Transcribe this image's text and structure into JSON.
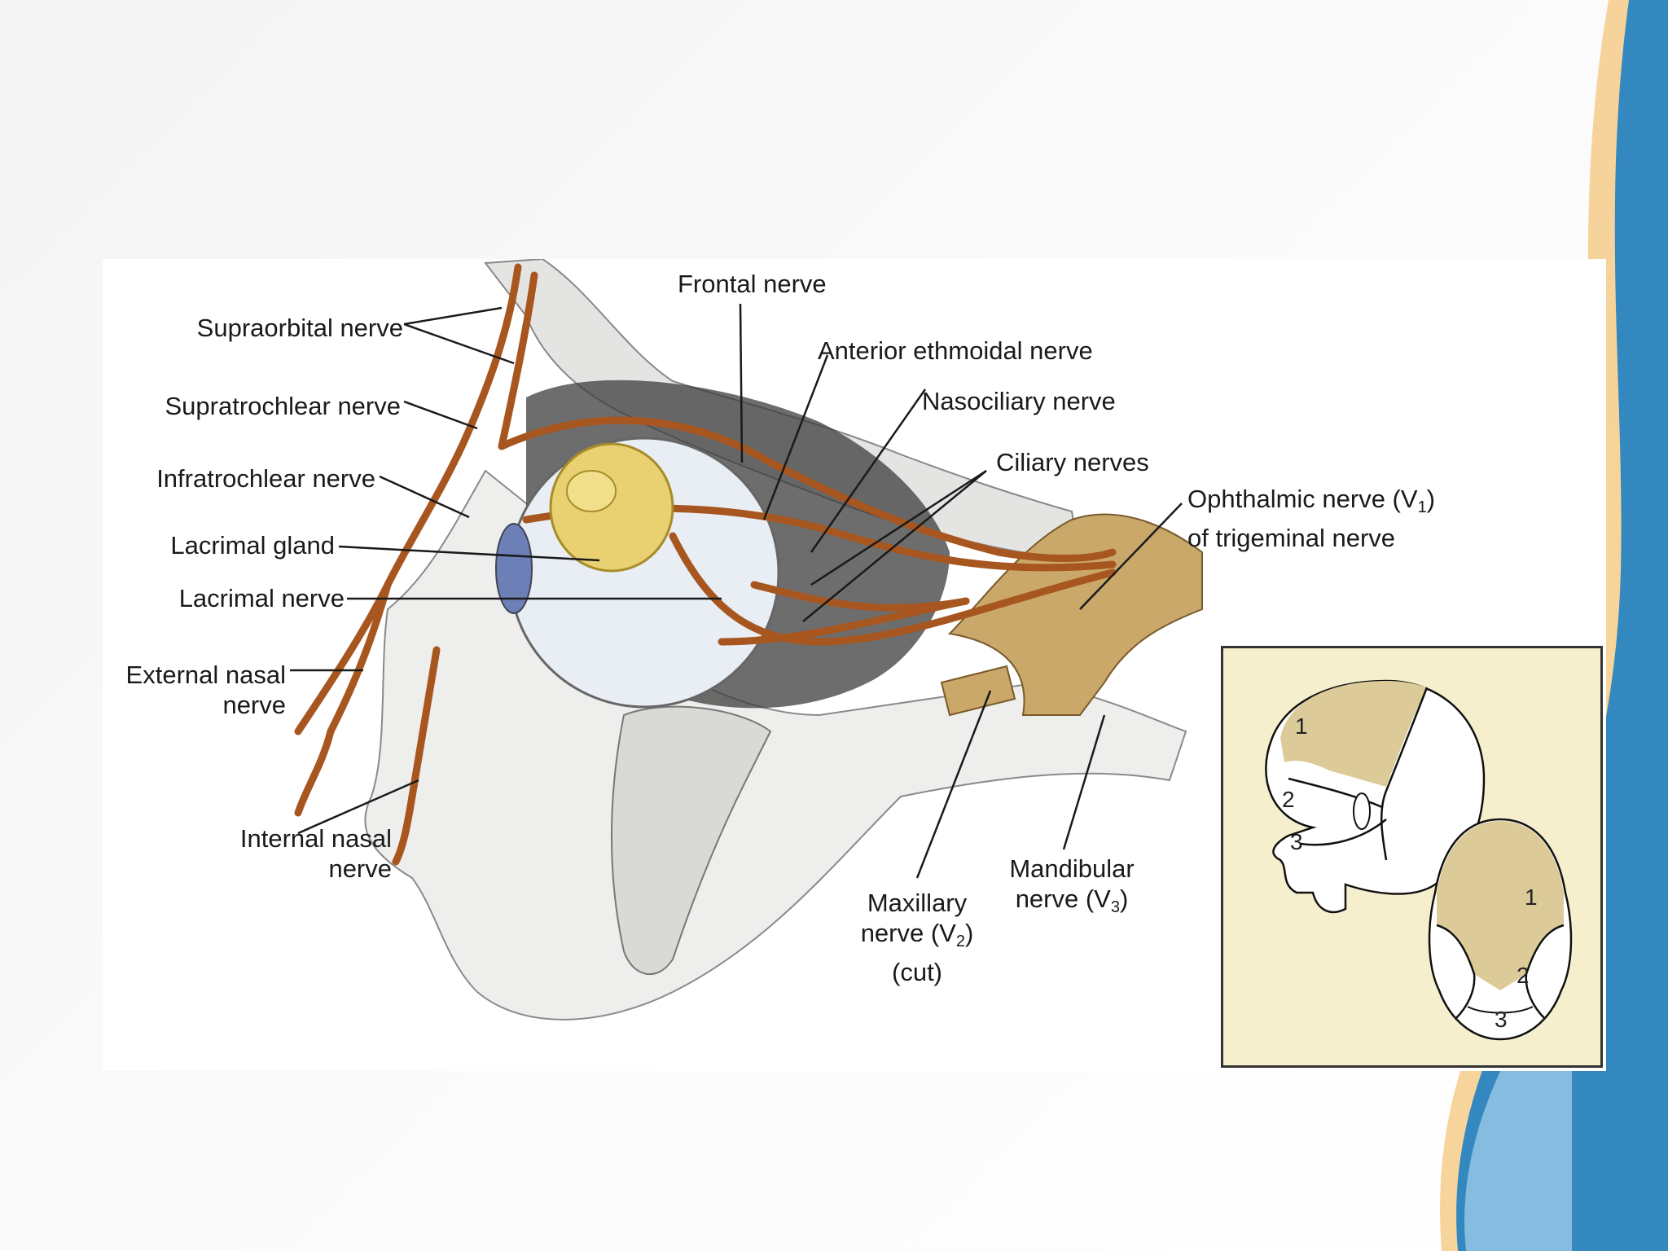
{
  "slide": {
    "accent_blue": "#1f7fc4",
    "accent_gold": "#f2b94a"
  },
  "labels": {
    "frontal_nerve": "Frontal nerve",
    "supraorbital_nerve": "Supraorbital nerve",
    "anterior_ethmoidal_nerve": "Anterior ethmoidal nerve",
    "nasociliary_nerve": "Nasociliary nerve",
    "supratrochlear_nerve": "Supratrochlear nerve",
    "ciliary_nerves": "Ciliary nerves",
    "infratrochlear_nerve": "Infratrochlear nerve",
    "ophthalmic_line1": "Ophthalmic nerve (V",
    "ophthalmic_sub": "1",
    "ophthalmic_close": ")",
    "ophthalmic_line2": "of trigeminal nerve",
    "lacrimal_gland": "Lacrimal gland",
    "lacrimal_nerve": "Lacrimal nerve",
    "external_nasal_line1": "External nasal",
    "external_nasal_line2": "nerve",
    "internal_nasal_line1": "Internal nasal",
    "internal_nasal_line2": "nerve",
    "mandibular_line1": "Mandibular",
    "mandibular_line2": "nerve (V",
    "mandibular_sub": "3",
    "mandibular_close": ")",
    "maxillary_line1": "Maxillary",
    "maxillary_line2": "nerve (V",
    "maxillary_sub": "2",
    "maxillary_close": ")",
    "maxillary_line3": "(cut)"
  },
  "inset": {
    "side_1": "1",
    "side_2": "2",
    "side_3": "3",
    "front_1": "1",
    "front_2": "2",
    "front_3": "3"
  },
  "colors": {
    "nerve": "#a8561f",
    "gland": "#e9d070",
    "bone": "#ececea",
    "dermatome": "#dccb98"
  }
}
